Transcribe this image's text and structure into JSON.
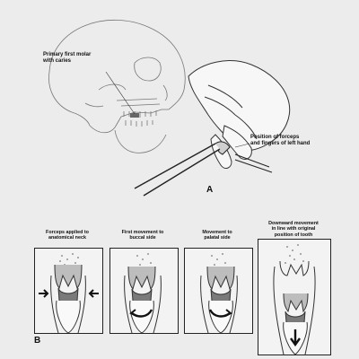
{
  "labels": {
    "skull_label": "Primary first molar\nwith caries",
    "forceps_label": "Position of forceps\nand fingers of left hand",
    "part_a": "A",
    "part_b": "B"
  },
  "steps": [
    {
      "caption": "Forceps applied to\nanatomical neck",
      "arrow": "inward"
    },
    {
      "caption": "First movement to\nbuccal side",
      "arrow": "curve-left"
    },
    {
      "caption": "Movement to\npalatal side",
      "arrow": "curve-right"
    },
    {
      "caption": "Downward movement\nin line with original\nposition of tooth",
      "arrow": "down"
    }
  ],
  "colors": {
    "line": "#333333",
    "shade": "#9a9a9a",
    "dark": "#555555",
    "background": "#ececec"
  }
}
